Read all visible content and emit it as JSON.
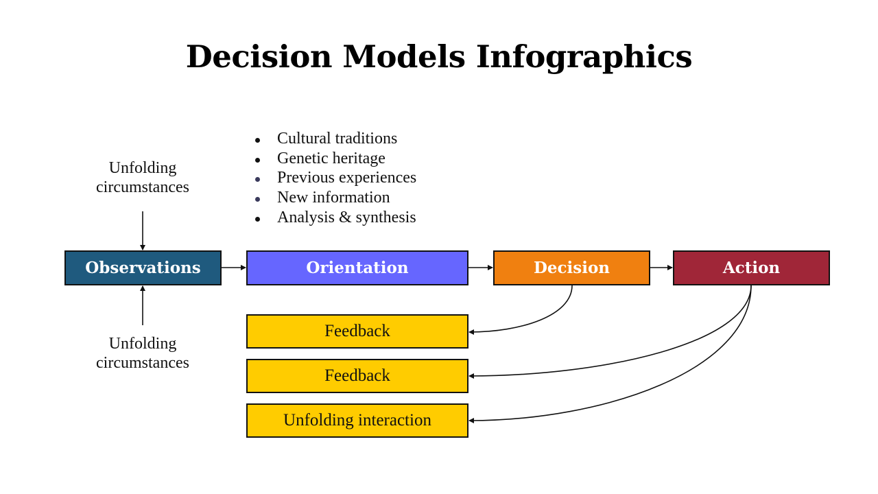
{
  "title": "Decision Models Infographics",
  "inputs": [
    "Cultural traditions",
    "Genetic heritage",
    "Previous experiences",
    "New information",
    "Analysis & synthesis"
  ],
  "circumstances_top": [
    "Unfolding",
    "circumstances"
  ],
  "circumstances_bottom": [
    "Unfolding",
    "circumstances"
  ],
  "stages": [
    {
      "label": "Observations",
      "color": "#1f5a7e"
    },
    {
      "label": "Orientation",
      "color": "#6666ff"
    },
    {
      "label": "Decision",
      "color": "#f08010"
    },
    {
      "label": "Action",
      "color": "#a02638"
    }
  ],
  "loops": [
    {
      "label": "Feedback",
      "color": "#ffcc00"
    },
    {
      "label": "Feedback",
      "color": "#ffcc00"
    },
    {
      "label": "Unfolding interaction",
      "color": "#ffcc00"
    }
  ]
}
